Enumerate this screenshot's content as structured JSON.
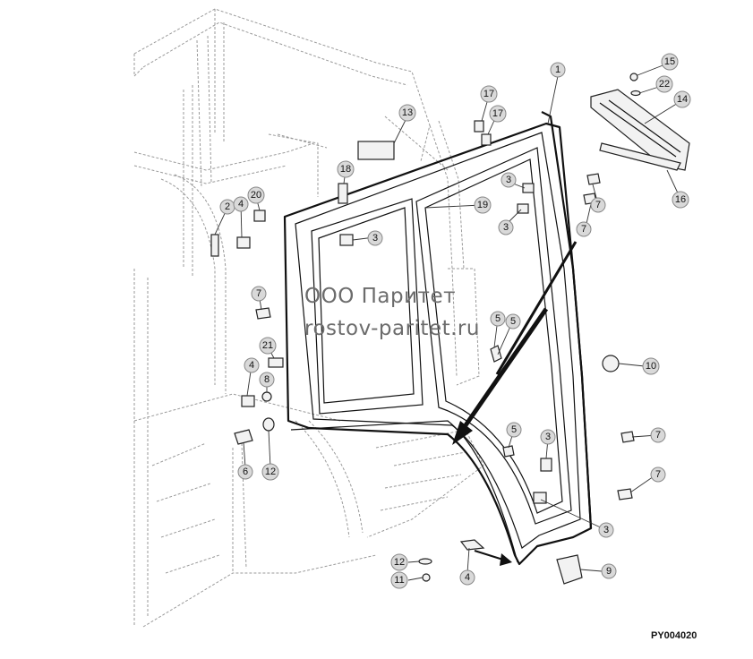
{
  "figure_code": "PY004020",
  "watermark": {
    "line1": "ООО Паритет",
    "line2": "rostov-paritet.ru"
  },
  "callouts": [
    {
      "id": "c1",
      "label": "1"
    },
    {
      "id": "c15",
      "label": "15"
    },
    {
      "id": "c22",
      "label": "22"
    },
    {
      "id": "c14",
      "label": "14"
    },
    {
      "id": "c16",
      "label": "16"
    },
    {
      "id": "c17a",
      "label": "17"
    },
    {
      "id": "c17b",
      "label": "17"
    },
    {
      "id": "c13",
      "label": "13"
    },
    {
      "id": "c18",
      "label": "18"
    },
    {
      "id": "c19",
      "label": "19"
    },
    {
      "id": "c3a",
      "label": "3"
    },
    {
      "id": "c3b",
      "label": "3"
    },
    {
      "id": "c3c",
      "label": "3"
    },
    {
      "id": "c3d",
      "label": "3"
    },
    {
      "id": "c3e",
      "label": "3"
    },
    {
      "id": "c7a",
      "label": "7"
    },
    {
      "id": "c7b",
      "label": "7"
    },
    {
      "id": "c7c",
      "label": "7"
    },
    {
      "id": "c7d",
      "label": "7"
    },
    {
      "id": "c7e",
      "label": "7"
    },
    {
      "id": "c20",
      "label": "20"
    },
    {
      "id": "c2",
      "label": "2"
    },
    {
      "id": "c4a",
      "label": "4"
    },
    {
      "id": "c4b",
      "label": "4"
    },
    {
      "id": "c4c",
      "label": "4"
    },
    {
      "id": "c5a",
      "label": "5"
    },
    {
      "id": "c5b",
      "label": "5"
    },
    {
      "id": "c5c",
      "label": "5"
    },
    {
      "id": "c21",
      "label": "21"
    },
    {
      "id": "c8",
      "label": "8"
    },
    {
      "id": "c10",
      "label": "10"
    },
    {
      "id": "c6",
      "label": "6"
    },
    {
      "id": "c12a",
      "label": "12"
    },
    {
      "id": "c12b",
      "label": "12"
    },
    {
      "id": "c11",
      "label": "11"
    },
    {
      "id": "c9",
      "label": "9"
    }
  ]
}
